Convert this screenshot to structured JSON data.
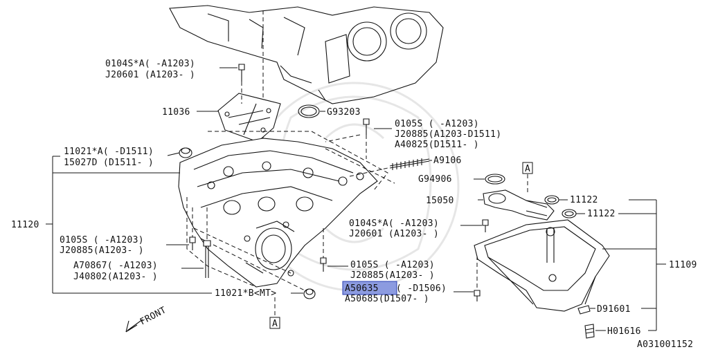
{
  "diagram": {
    "labels": {
      "bolt_top_a": "0104S*A(  -A1203)",
      "bolt_top_b": "J20601  (A1203- )",
      "p11036": "11036",
      "g93203": "G93203",
      "bolt_r1_a": "0105S  ( -A1203)",
      "bolt_r1_b": "J20885(A1203-D1511)",
      "bolt_r1_c": "A40825(D1511- )",
      "p11021a_a": "11021*A( -D1511)",
      "p11021a_b": "15027D (D1511- )",
      "a9106": "A9106",
      "box_a_top": "A",
      "g94906": "G94906",
      "p11122_top": "11122",
      "p15050": "15050",
      "p11122_mid": "11122",
      "p11120": "11120",
      "bolt_mid_a": "0104S*A( -A1203)",
      "bolt_mid_b": "J20601  (A1203- )",
      "bolt_l_a": "0105S  ( -A1203)",
      "bolt_l_b": "J20885(A1203- )",
      "p11109": "11109",
      "bolt_l2_a": "A70867( -A1203)",
      "bolt_l2_b": "J40802(A1203- )",
      "bolt_c_a": "0105S  ( -A1203)",
      "bolt_c_b": "J20885(A1203- )",
      "hl_part": "A50635",
      "hl_rest": "( -D1506)",
      "bolt_c_d": "A50685(D1507- )",
      "p11021b": "11021*B<MT>",
      "d91601": "D91601",
      "front": "FRONT",
      "box_a_bottom": "A",
      "h01616": "H01616",
      "figure_id": "A031001152"
    },
    "highlight_color": "#8c9be0"
  }
}
